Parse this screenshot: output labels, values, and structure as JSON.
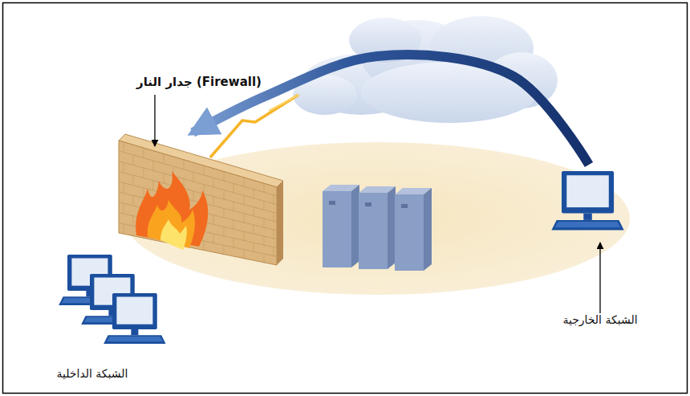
{
  "diagram": {
    "nodes": [
      {
        "text": [
          "جدار النار (Firewall)"
        ]
      },
      {
        "text": [
          "الشبكة الخارجية"
        ]
      },
      {
        "text": [
          "الشبكة الداخلية"
        ]
      }
    ],
    "edges": [
      {
        "from": 1,
        "to": 0,
        "arrow": "to"
      }
    ]
  }
}
